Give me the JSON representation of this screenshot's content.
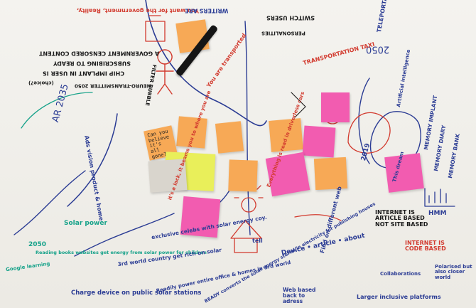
{
  "colors": {
    "paper": "#f1f0eb",
    "red": "#d23a2e",
    "blue": "#2b3c94",
    "green": "#17a28a",
    "black": "#1a1a1a",
    "note_orange": "#f7a956",
    "note_orange_light": "#f9b366",
    "note_pink": "#f25cb0",
    "note_yellow": "#e9ef5a",
    "note_grey": "#d9d5cd"
  },
  "notes": [
    {
      "color": "note_orange",
      "text": ""
    },
    {
      "color": "note_orange",
      "text": ""
    },
    {
      "color": "note_orange",
      "text": ""
    },
    {
      "color": "note_orange",
      "text": ""
    },
    {
      "color": "note_orange",
      "text": "Can you believe it's all gone?"
    },
    {
      "color": "note_yellow",
      "text": ""
    },
    {
      "color": "note_grey",
      "text": ""
    },
    {
      "color": "note_orange",
      "text": ""
    },
    {
      "color": "note_pink",
      "text": ""
    },
    {
      "color": "note_pink",
      "text": ""
    },
    {
      "color": "note_orange",
      "text": ""
    },
    {
      "color": "note_pink",
      "text": ""
    },
    {
      "color": "note_pink",
      "text": ""
    },
    {
      "color": "note_pink",
      "text": ""
    },
    {
      "color": "note_orange",
      "text": ""
    },
    {
      "color": "note_pink",
      "text": ""
    }
  ],
  "texts": {
    "you_want_gov": "You want for the government, Reality,",
    "chip_implant": "CHIP IMPLANT IN USER IS",
    "subscribing": "SUBSCRIBING TO READY",
    "gov_content": "A GOVERNMENT CENSORED CONTENT",
    "neuro": "NEURO-TRANSMITTER 2050",
    "choice": "(choice?)",
    "filter_bubble": "FILTER BUBBLE",
    "writers_are": "WRITERS ARE",
    "switch_users": "SWITCH USERS",
    "personalities": "PERSONALITIES",
    "teleportation": "TELEPORTATION (?)",
    "year_2050_top": "2050",
    "transportation_taxi": "TRANSPORTATION TAXI",
    "you_are_transported": "You are transported",
    "ar_2035": "AR 2035",
    "ads_vision": "Ads vision product & home",
    "solar_power": "Solar power",
    "year_2050_left": "2050",
    "reading_books": "Reading books websites get energy from solar power for children",
    "google_learning": "Google learning",
    "charge_device": "Charge device on public solar stations",
    "exclusive_celebs": "exclusive celebs with solar energy coy.",
    "third_world": "3rd world country get rich on solar",
    "readily_power": "Readily power entire office & homes in 3rd world",
    "ready_converts": "READY converts the solar energy stored in electricity for publishing houses",
    "its_lack": "it's a lack, it beams you to where you are",
    "everything_is": "Everything is read in driverless cars",
    "device_article": "Device • article • about",
    "find_different": "Find on different web",
    "internet_article": "INTERNET IS ARTICLE BASED NOT SITE BASED",
    "internet_code": "INTERNET IS CODE BASED",
    "polarised": "Polarised but also closer world",
    "collaborations": "Collaborations",
    "larger_inclusive": "Larger inclusive platforms",
    "web_based": "Web based back to adress",
    "year_2019": "2019",
    "memory_implant": "MEMORY IMPLANT",
    "memory_diary": "MEMORY DIARY",
    "memory_bank": "MEMORY BANK",
    "hmm": "HMM",
    "this_dream": "This dream",
    "tell": "tell",
    "artificial_intel": "Artificial intelligence"
  }
}
